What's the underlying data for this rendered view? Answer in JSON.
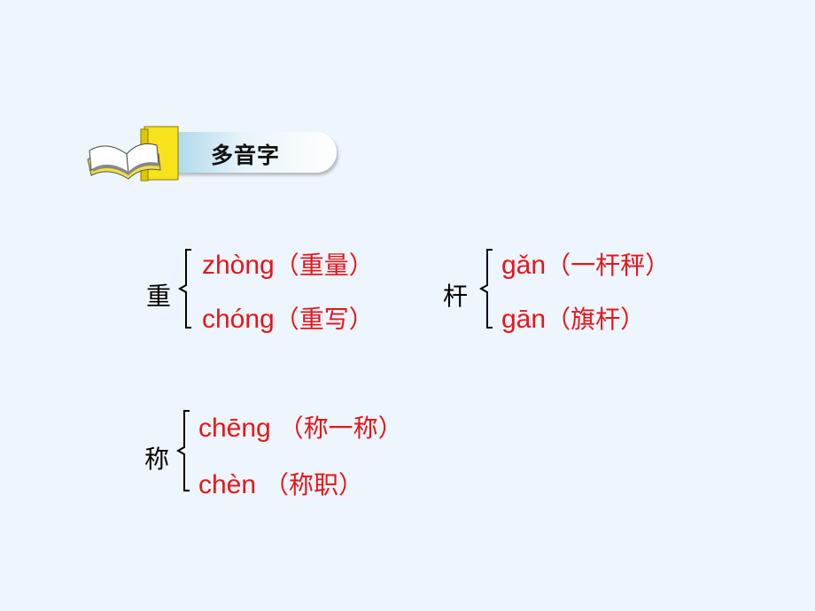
{
  "banner": {
    "title": "多音字"
  },
  "groups": [
    {
      "char": "重",
      "readings": [
        {
          "pinyin": "zhòng",
          "example": "（重量）"
        },
        {
          "pinyin": "chóng",
          "example": "（重写）"
        }
      ]
    },
    {
      "char": "杆",
      "readings": [
        {
          "pinyin": "gǎn",
          "example": "（一杆秤）"
        },
        {
          "pinyin": "gān",
          "example": "（旗杆）"
        }
      ]
    },
    {
      "char": "称",
      "readings": [
        {
          "pinyin": "chēng",
          "example": " （称一称）"
        },
        {
          "pinyin": "chèn",
          "example": " （称职）"
        }
      ]
    }
  ],
  "colors": {
    "accent": "#e8141a",
    "background": "#eef6fd"
  }
}
